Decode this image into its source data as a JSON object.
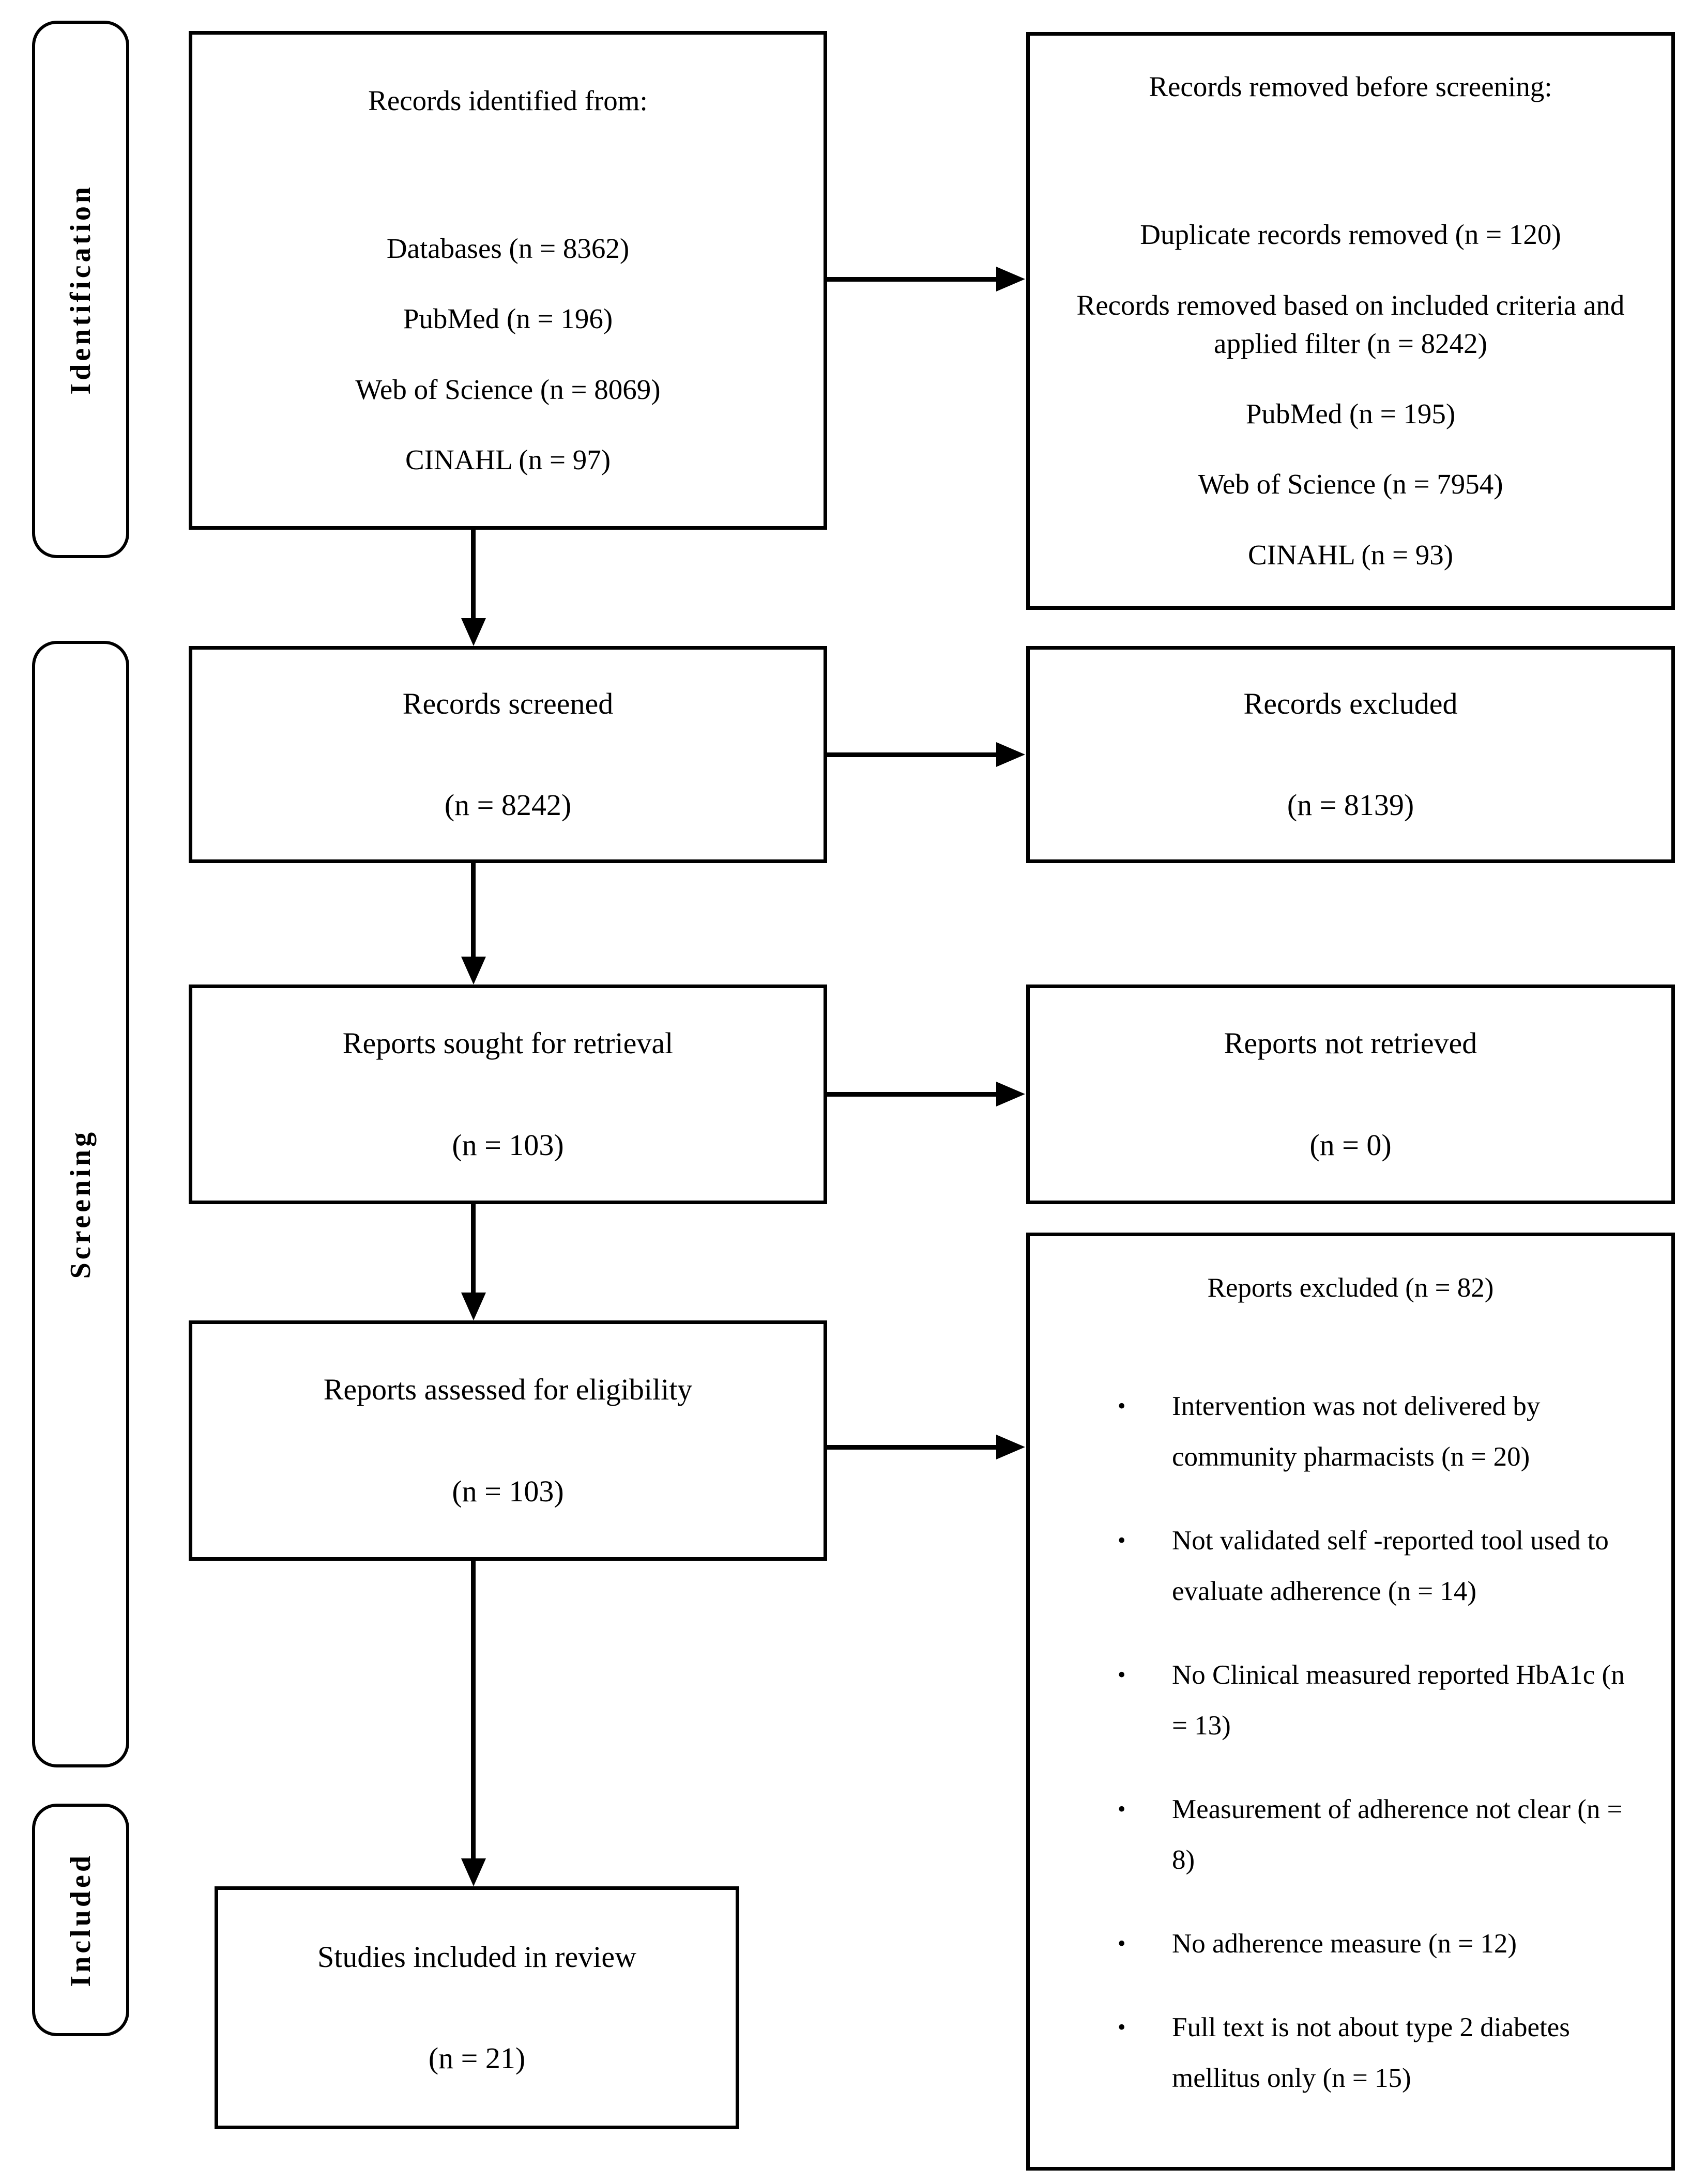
{
  "colors": {
    "ink": "#000000",
    "paper": "#ffffff"
  },
  "sidebar": {
    "identification_label": "Identification",
    "screening_label": "Screening",
    "included_label": "Included"
  },
  "boxes": {
    "records_identified": {
      "title": "Records identified from:",
      "items": [
        "Databases (n = 8362)",
        "PubMed (n = 196)",
        "Web of Science (n = 8069)",
        "CINAHL (n = 97)"
      ]
    },
    "records_removed": {
      "title": "Records removed before screening:",
      "items": [
        "Duplicate records removed (n = 120)",
        "Records removed based on included criteria and applied filter (n = 8242)",
        "PubMed (n = 195)",
        "Web of Science (n = 7954)",
        "CINAHL (n = 93)"
      ]
    },
    "records_screened": {
      "line1": "Records screened",
      "line2": "(n = 8242)"
    },
    "records_excluded": {
      "line1": "Records excluded",
      "line2": "(n = 8139)"
    },
    "reports_sought": {
      "line1": "Reports sought for retrieval",
      "line2": "(n = 103)"
    },
    "reports_not_retrieved": {
      "line1": "Reports not retrieved",
      "line2": "(n = 0)"
    },
    "reports_assessed": {
      "line1": "Reports assessed for eligibility",
      "line2": "(n = 103)"
    },
    "reports_excluded": {
      "title": "Reports excluded (n = 82)",
      "bullet_glyph": "•",
      "bullets": [
        "Intervention was not delivered by community pharmacists (n = 20)",
        "Not validated self -reported tool used to evaluate adherence (n = 14)",
        "No Clinical measured reported HbA1c (n = 13)",
        "Measurement of adherence not clear (n = 8)",
        "No adherence measure (n = 12)",
        "Full text is not about type 2 diabetes mellitus only (n = 15)"
      ]
    },
    "studies_included": {
      "line1": "Studies included in review",
      "line2": "(n = 21)"
    }
  }
}
